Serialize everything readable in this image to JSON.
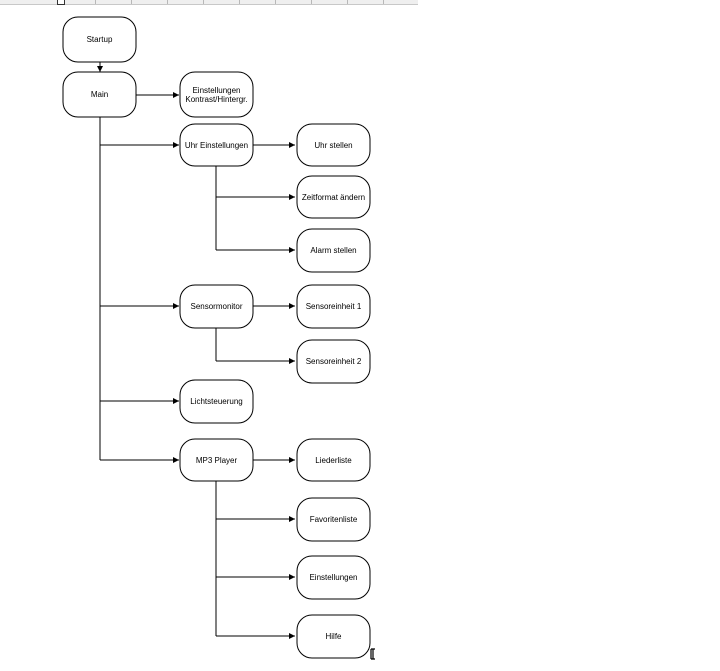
{
  "nodes": {
    "startup": "Startup",
    "main": "Main",
    "einstellungen_kontrast": [
      "Einstellungen",
      "Kontrast/Hintergr."
    ],
    "uhr_einstellungen": "Uhr Einstellungen",
    "uhr_stellen": "Uhr stellen",
    "zeitformat_aendern": "Zeitformat ändern",
    "alarm_stellen": "Alarm stellen",
    "sensormonitor": "Sensormonitor",
    "sensoreinheit_1": "Sensoreinheit 1",
    "sensoreinheit_2": "Sensoreinheit 2",
    "lichtsteuerung": "Lichtsteuerung",
    "mp3_player": "MP3 Player",
    "liederliste": "Liederliste",
    "favoritenliste": "Favoritenliste",
    "einstellungen": "Einstellungen",
    "hilfe": "Hilfe"
  },
  "edges": [
    [
      "startup",
      "main"
    ],
    [
      "main",
      "einstellungen_kontrast"
    ],
    [
      "main",
      "uhr_einstellungen"
    ],
    [
      "main",
      "sensormonitor"
    ],
    [
      "main",
      "lichtsteuerung"
    ],
    [
      "main",
      "mp3_player"
    ],
    [
      "uhr_einstellungen",
      "uhr_stellen"
    ],
    [
      "uhr_einstellungen",
      "zeitformat_aendern"
    ],
    [
      "uhr_einstellungen",
      "alarm_stellen"
    ],
    [
      "sensormonitor",
      "sensoreinheit_1"
    ],
    [
      "sensormonitor",
      "sensoreinheit_2"
    ],
    [
      "mp3_player",
      "liederliste"
    ],
    [
      "mp3_player",
      "favoritenliste"
    ],
    [
      "mp3_player",
      "einstellungen"
    ],
    [
      "mp3_player",
      "hilfe"
    ]
  ]
}
